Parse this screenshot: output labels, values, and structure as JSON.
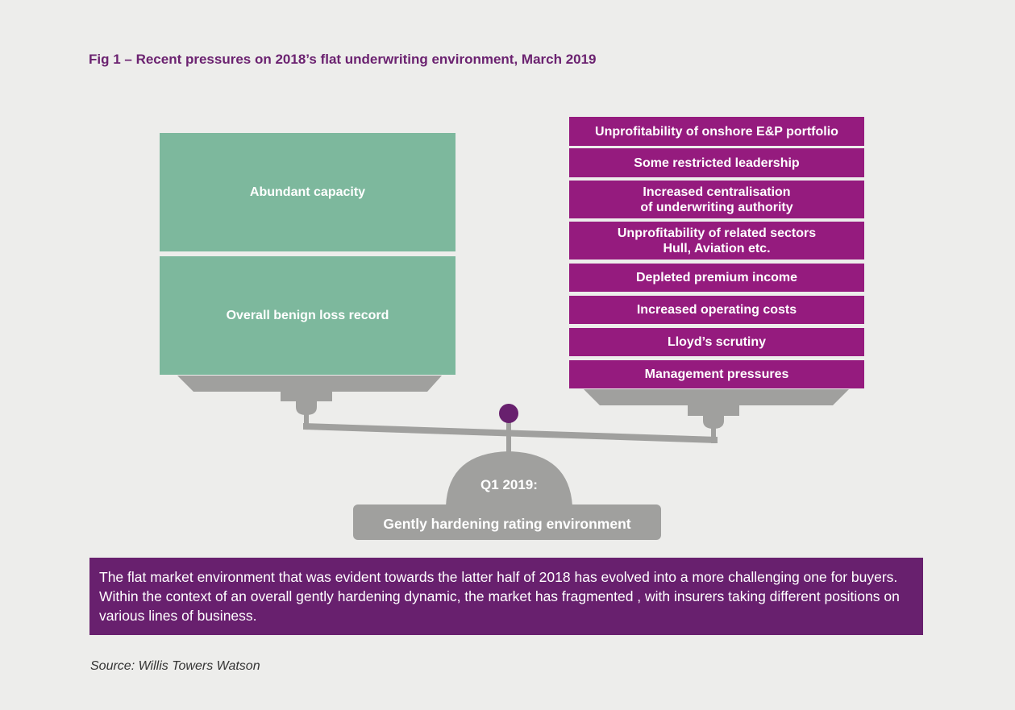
{
  "title": "Fig 1 – Recent pressures on 2018’s flat underwriting environment, March 2019",
  "left_factors": [
    "Abundant capacity",
    "Overall benign loss record"
  ],
  "right_factors": [
    "Unprofitability of onshore E&P portfolio",
    "Some restricted leadership",
    "Increased centralisation\nof underwriting authority",
    "Unprofitability of related sectors\nHull, Aviation etc.",
    "Depleted premium income",
    "Increased operating costs",
    "Lloyd’s scrutiny",
    "Management pressures"
  ],
  "scale": {
    "period": "Q1 2019:",
    "outcome": "Gently hardening  rating environment"
  },
  "summary": "The flat market environment  that was evident towards the latter half of 2018 has evolved into a more challenging one for buyers.  Within the context  of an overall gently hardening dynamic,  the market has fragmented , with insurers taking different positions on various lines of business.",
  "source": "Source:  Willis Towers Watson",
  "colors": {
    "green": "#7db89d",
    "magenta": "#951b7e",
    "purple": "#68206e",
    "gray": "#a0a09e"
  }
}
